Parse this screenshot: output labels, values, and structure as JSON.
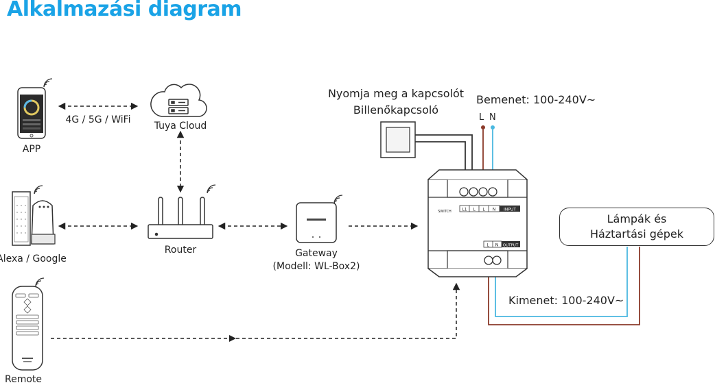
{
  "title": "Alkalmazási diagram",
  "devices": {
    "app": "APP",
    "connection": "4G / 5G / WiFi",
    "cloud": "Tuya Cloud",
    "alexa": "Alexa / Google",
    "router": "Router",
    "gateway": "Gateway",
    "gateway_model": "(Modell: WL-Box2)",
    "remote": "Remote"
  },
  "switch": {
    "line1": "Nyomja meg a kapcsolót",
    "line2": "Billenőkapcsoló"
  },
  "input": {
    "label": "Bemenet: 100-240V~",
    "l": "L",
    "n": "N"
  },
  "output": {
    "label": "Kimenet: 100-240V~"
  },
  "lamps": {
    "line1": "Lámpák és",
    "line2": "Háztartási gépek"
  },
  "module": {
    "input_tag": "INPUT",
    "output_tag": "OUTPUT",
    "t_l1": "L1",
    "t_l": "L",
    "t_n": "N",
    "switch_tag": "SWITCH"
  },
  "colors": {
    "accent": "#1aa3e6",
    "live_wire": "#8b3a2a",
    "neutral_wire": "#4ab8e0"
  }
}
